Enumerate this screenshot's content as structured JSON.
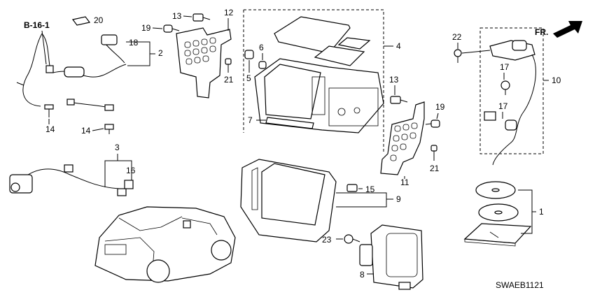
{
  "diagram": {
    "ref_label": "B-16-1",
    "direction_label": "FR.",
    "diagram_code": "SWAEB1121",
    "callouts": {
      "p1": "1",
      "p2": "2",
      "p3": "3",
      "p4": "4",
      "p5": "5",
      "p6": "6",
      "p7": "7",
      "p8": "8",
      "p9": "9",
      "p10": "10",
      "p11": "11",
      "p12": "12",
      "p13a": "13",
      "p13b": "13",
      "p14a": "14",
      "p14b": "14",
      "p15": "15",
      "p16": "16",
      "p17a": "17",
      "p17b": "17",
      "p18": "18",
      "p19a": "19",
      "p19b": "19",
      "p20": "20",
      "p21a": "21",
      "p21b": "21",
      "p22": "22",
      "p23": "23"
    }
  }
}
